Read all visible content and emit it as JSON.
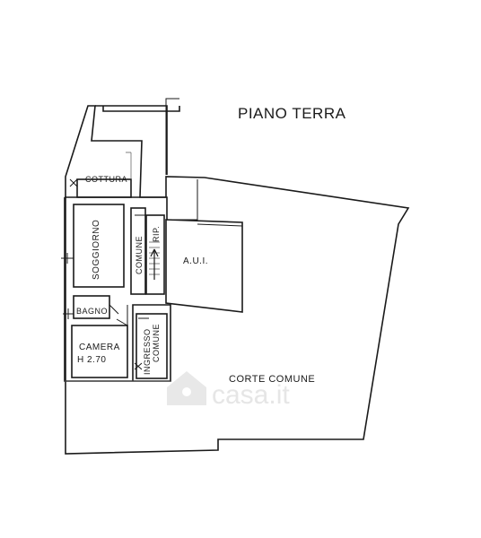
{
  "title": "PIANO TERRA",
  "rooms": {
    "cottura": "COTTURA",
    "soggiorno": "SOGGIORNO",
    "comune": "COMUNE",
    "rip": "RIP.",
    "aui": "A.U.I.",
    "bagno": "BAGNO",
    "camera": "CAMERA",
    "camera_height": "H 2.70",
    "ingresso": "INGRESSO",
    "ingresso_comune": "COMUNE",
    "corte_comune": "CORTE COMUNE"
  },
  "watermark": "casa.it",
  "colors": {
    "line": "#1a1a1a",
    "watermark": "#e6e6e6"
  }
}
